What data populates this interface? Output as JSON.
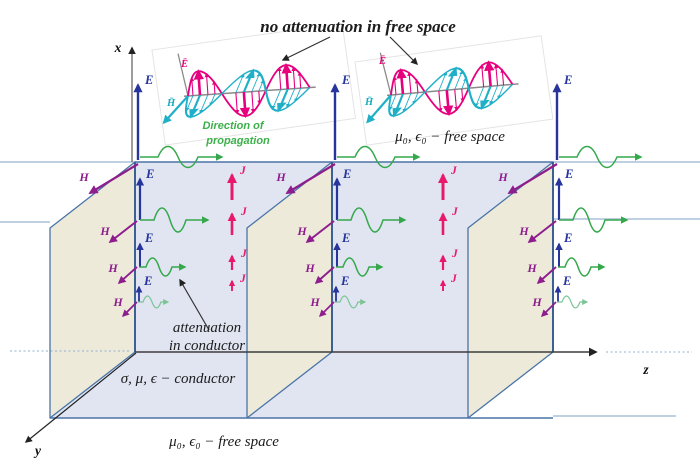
{
  "ann": {
    "no_attenuation": "no attenuation in free space",
    "attenuation_1": "attenuation",
    "attenuation_2": "in conductor",
    "conductor_medium": "σ, μ, ϵ  − conductor",
    "free_space_top": "μ₀, ϵ₀  − free space",
    "free_space_bottom": "μ₀, ϵ₀  − free space",
    "direction_1": "Direction of",
    "direction_2": "propagation"
  },
  "ax": {
    "x": "x",
    "y": "y",
    "z": "z"
  },
  "f": {
    "e": "E",
    "h": "H",
    "j": "J",
    "e_vec": "Ē",
    "h_vec": "H̄"
  },
  "colors": {
    "e_field": "#26349c",
    "h_field": "#8e1d8e",
    "current_density": "#e8186a",
    "wave_green": "#35a84c",
    "e_wave_pink": "#e6007e",
    "h_wave_cyan": "#1fb0c8",
    "slab_border": "#4a74a8",
    "slab_front_face": "#e0e5f1",
    "slab_side_face": "#edead9",
    "free_space_line": "#aac0d8"
  }
}
